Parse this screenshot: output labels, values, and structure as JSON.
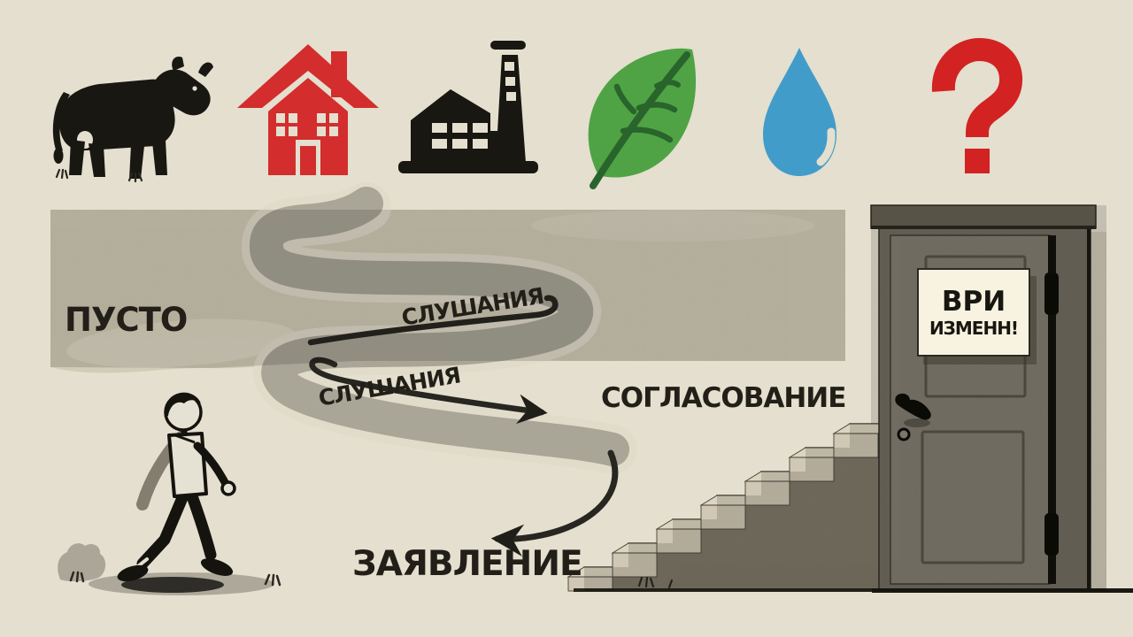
{
  "scene": {
    "labels": {
      "pusto": "ПУСТО",
      "hearings_1": "СЛУШАНИЯ",
      "hearings_2": "СЛУШАНИЯ",
      "approval": "СОГЛАСОВАНИЕ",
      "application": "ЗАЯВЛЕНИЕ"
    },
    "door_sign": {
      "line1": "ВРИ",
      "line2": "ИЗМЕНН!"
    },
    "icons": [
      {
        "name": "cow-icon",
        "color": "#1b1913"
      },
      {
        "name": "house-icon",
        "color": "#e23030"
      },
      {
        "name": "factory-icon",
        "color": "#1b1913"
      },
      {
        "name": "leaf-icon",
        "color": "#55ae49"
      },
      {
        "name": "water-drop-icon",
        "color": "#47a7d8"
      },
      {
        "name": "question-mark-icon",
        "color": "#e02525"
      }
    ],
    "colors": {
      "background": "#f4eedd",
      "band": "#e1dac4",
      "band_light_patch": "#ece6d1",
      "road": "#b5b0a2",
      "road_edge": "#f0ead8",
      "ink": "#23211a",
      "door": "#8d8779",
      "door_frame": "#7b7567",
      "lintel": "#6e6859",
      "stairs_dark": "#87816f",
      "step_light": "#ebe4cf",
      "step_riser": "#ded6c0",
      "sign_bg": "#f8f3e1"
    }
  }
}
